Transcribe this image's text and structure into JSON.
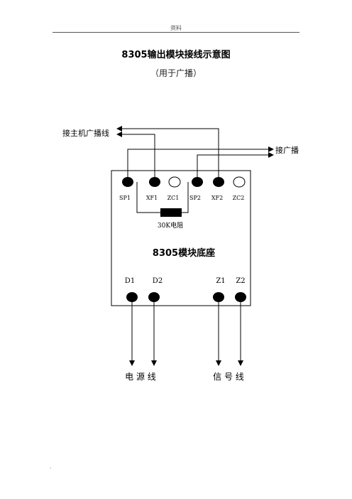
{
  "header": {
    "text": "资料"
  },
  "title": "8305输出模块接线示意图",
  "subtitle": "（用于广播）",
  "labels": {
    "host_line": "接主机广播线",
    "to_broadcast": "接广播",
    "resistor": "30K电阻",
    "base": "8305模块底座",
    "power_line": "电 源 线",
    "signal_line": "信 号 线"
  },
  "top_terminals": [
    "SP1",
    "XF1",
    "ZC1",
    "SP2",
    "XF2",
    "ZC2"
  ],
  "bottom_terminals": [
    "D1",
    "D2",
    "Z1",
    "Z2"
  ],
  "footer": {
    "mark": "."
  }
}
